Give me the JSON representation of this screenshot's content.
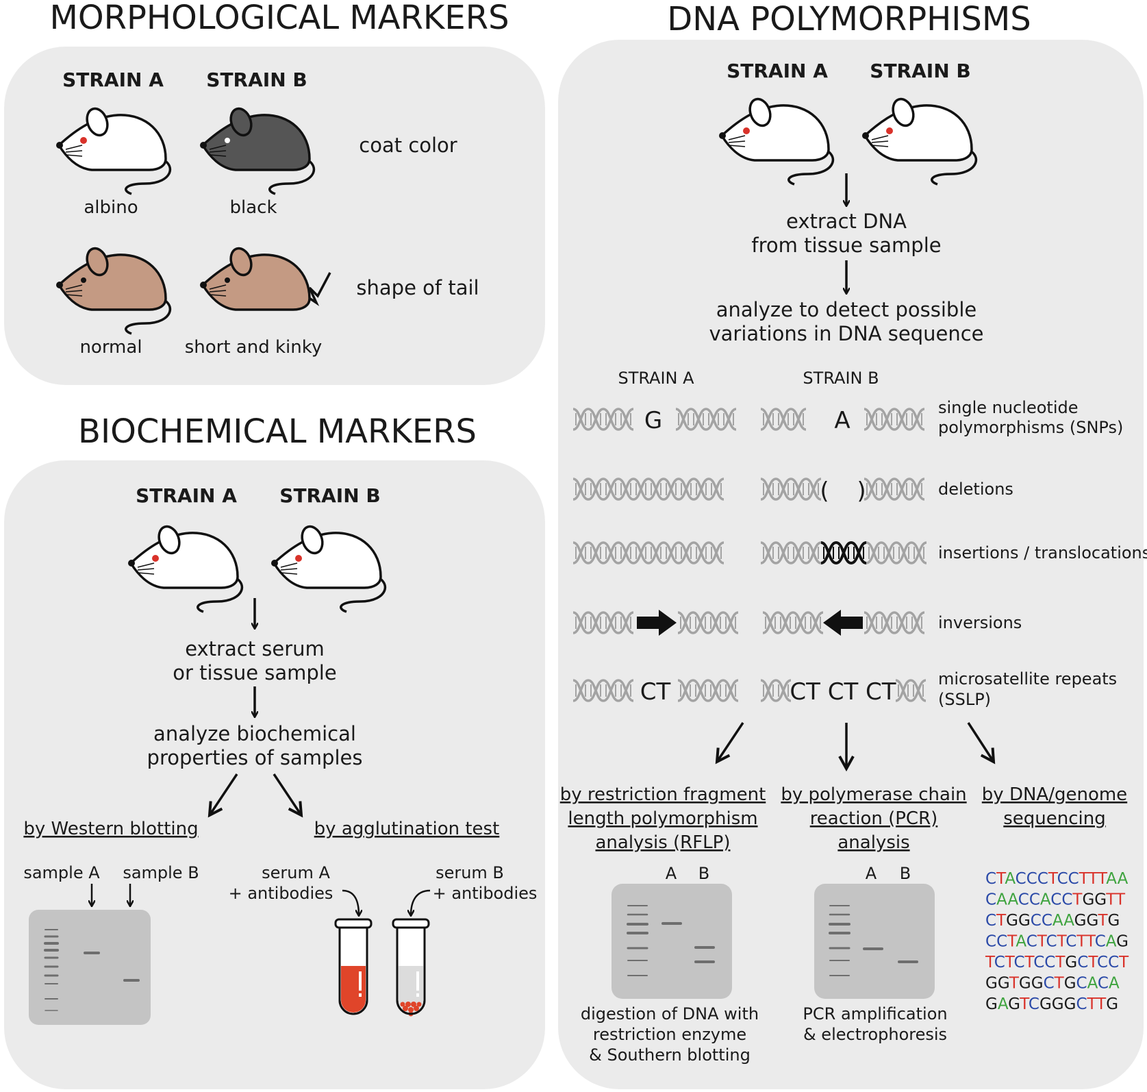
{
  "colors": {
    "panel": "#ebebeb",
    "albino": "#ffffff",
    "black": "#555555",
    "brown": "#c49a83",
    "helix": "#9b9b9b",
    "gel": "#c4c4c4",
    "band": "#7a7a7a",
    "tube_red": "#e0452a",
    "seq_C": "#2b4aa8",
    "seq_T": "#d9322a",
    "seq_A": "#3ea33e",
    "seq_G": "#1a1a1a"
  },
  "morph": {
    "title": "MORPHOLOGICAL MARKERS",
    "strain_a": "STRAIN A",
    "strain_b": "STRAIN B",
    "coat_color": "coat color",
    "albino": "albino",
    "black": "black",
    "tail_shape": "shape of tail",
    "normal": "normal",
    "kinky": "short and kinky"
  },
  "bio": {
    "title": "BIOCHEMICAL MARKERS",
    "strain_a": "STRAIN A",
    "strain_b": "STRAIN B",
    "step1_l1": "extract serum",
    "step1_l2": "or tissue sample",
    "step2_l1": "analyze biochemical",
    "step2_l2": "properties of samples",
    "western": "by Western blotting",
    "agglutination": "by agglutination test",
    "sample_a": "sample A",
    "sample_b": "sample B",
    "serum_a_l1": "serum A",
    "serum_a_l2": "+ antibodies",
    "serum_b_l1": "serum B",
    "serum_b_l2": "+ antibodies"
  },
  "dna": {
    "title": "DNA POLYMORPHISMS",
    "strain_a": "STRAIN A",
    "strain_b": "STRAIN B",
    "step1_l1": "extract DNA",
    "step1_l2": "from tissue sample",
    "step2_l1": "analyze to detect possible",
    "step2_l2": "variations in DNA sequence",
    "col_a": "STRAIN A",
    "col_b": "STRAIN B",
    "snp_a": "G",
    "snp_b": "A",
    "snp_l1": "single nucleotide",
    "snp_l2": "polymorphisms (SNPs)",
    "del_open": "(",
    "del_close": ")",
    "deletions": "deletions",
    "insertions": "insertions / translocations",
    "inversions": "inversions",
    "ms_a": "CT",
    "ms_b": "CT CT CT",
    "ms_l1": "microsatellite repeats",
    "ms_l2": "(SSLP)",
    "rflp_l1": "by restriction fragment",
    "rflp_l2": "length polymorphism",
    "rflp_l3": "analysis (RFLP)",
    "pcr_l1": "by polymerase chain",
    "pcr_l2": "reaction (PCR)",
    "pcr_l3": "analysis",
    "seq_l1": "by DNA/genome",
    "seq_l2": "sequencing",
    "gel_a": "A",
    "gel_b": "B",
    "rflp_d1": "digestion of DNA with",
    "rflp_d2": "restriction enzyme",
    "rflp_d3": "& Southern blotting",
    "pcr_d1": "PCR amplification",
    "pcr_d2": "& electrophoresis",
    "sequence": [
      "CTACCCTCCTTTAA",
      "CAACCACCTGGTT",
      "CTGGCCAAGGTG",
      "CCTACTCTCTTCAG",
      "TCTCTCCTGCTCCT",
      "GGTGGCTGCACA",
      "GAGTCGGGCTTG"
    ]
  }
}
